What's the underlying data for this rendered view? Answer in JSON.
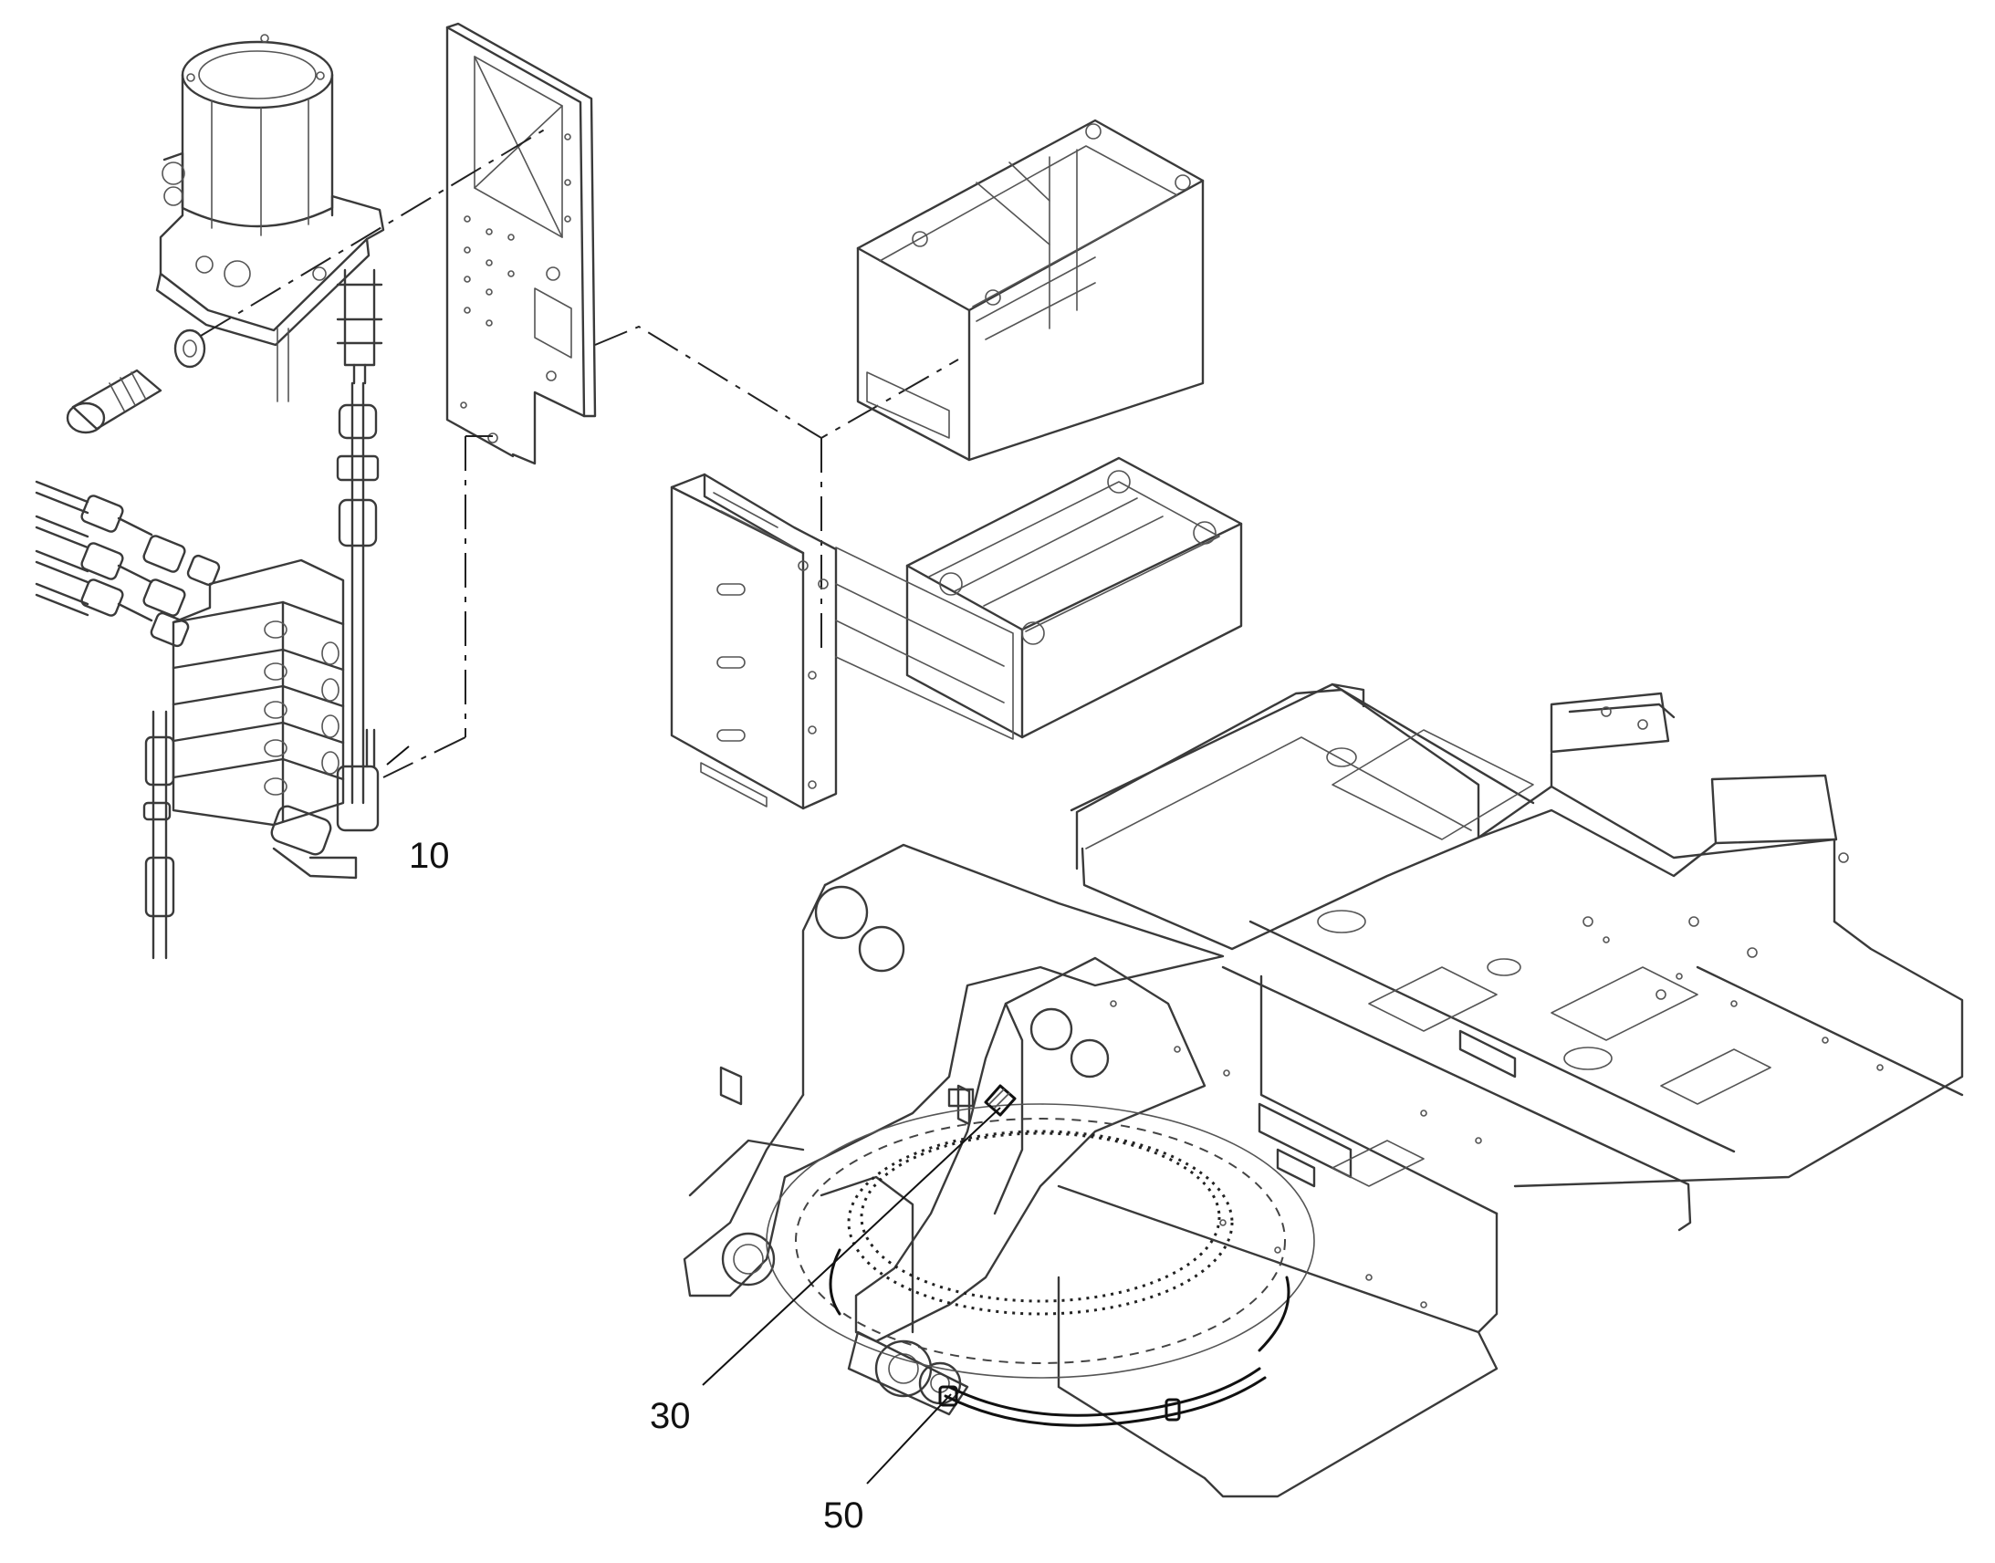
{
  "callouts": [
    {
      "label": "10"
    },
    {
      "label": "30"
    },
    {
      "label": "50"
    }
  ],
  "colors": {
    "line": "#3a3a3a",
    "background": "#ffffff"
  }
}
